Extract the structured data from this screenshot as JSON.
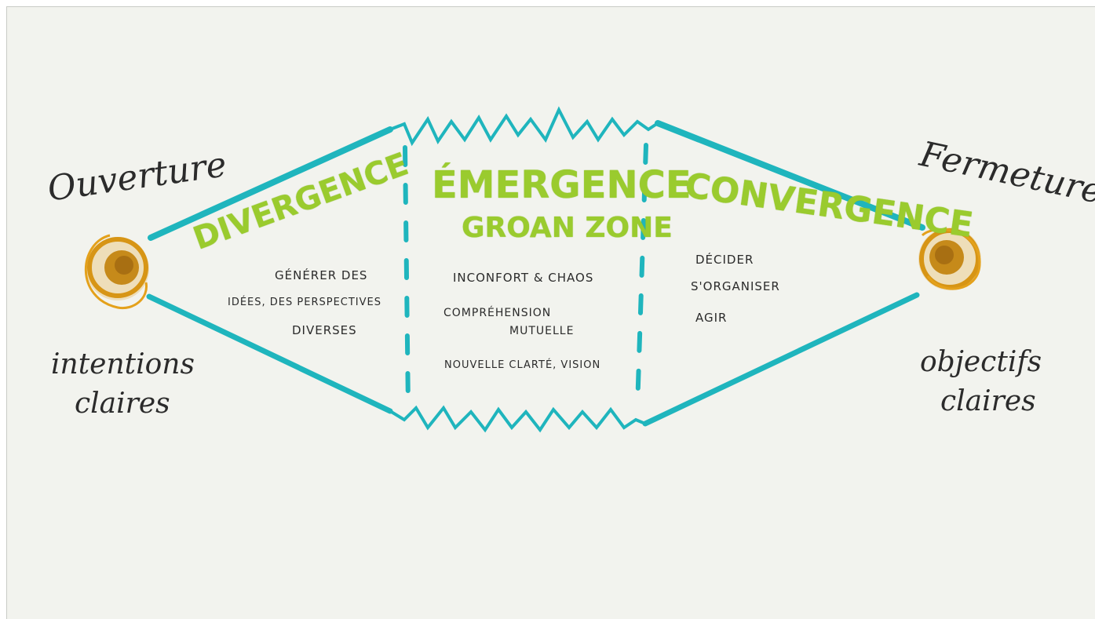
{
  "left_label": "Ouverture",
  "right_label": "Fermeture",
  "left_caption": {
    "line1": "intentions",
    "line2": "claires"
  },
  "right_caption": {
    "line1": "objectifs",
    "line2": "claires"
  },
  "divergence": {
    "title": "Divergence",
    "text": [
      "Générer des",
      "idées, des perspectives",
      "diverses"
    ]
  },
  "emergence": {
    "title": "Émergence",
    "subtitle": "Groan Zone",
    "items": [
      "Inconfort & chaos",
      "Compréhension",
      "mutuelle",
      "Nouvelle clarté, vision"
    ]
  },
  "convergence": {
    "title": "Convergence",
    "items": [
      "Décider",
      "S'organiser",
      "Agir"
    ]
  },
  "colors": {
    "teal": "#1fb5bd",
    "green": "#9acb2e",
    "gold": "#c68a1a",
    "ink": "#2b2b2b"
  },
  "icons": [
    "start-circle-icon",
    "end-circle-icon"
  ]
}
